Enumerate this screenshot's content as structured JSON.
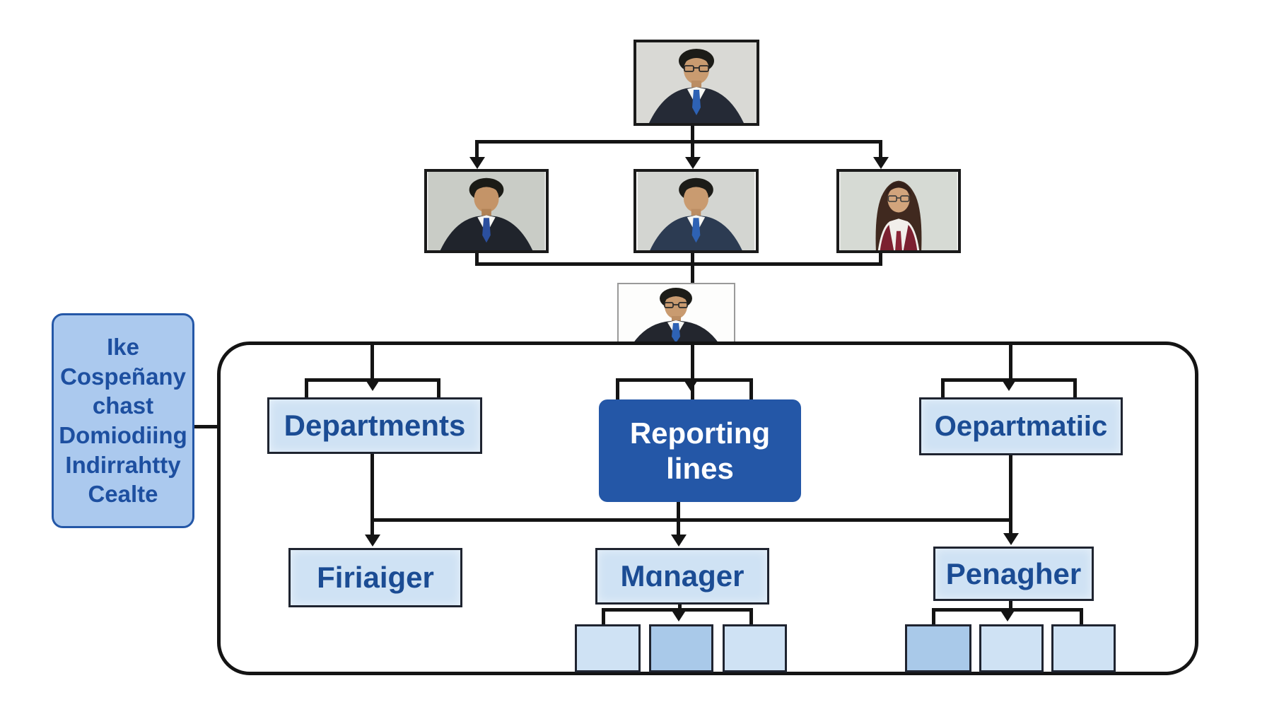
{
  "diagram": {
    "type": "organizational-chart",
    "side_note": {
      "lines": [
        "Ike",
        "Cospeñany",
        "chast",
        "Domiodiing",
        "Indirrahtty",
        "Cealte"
      ]
    },
    "level1": {
      "departments_label": "Departments",
      "reporting_line1": "Reporting",
      "reporting_line2": "lines",
      "departmatic_label": "Oepartmatiic"
    },
    "level2": {
      "manager1_label": "Firiaiger",
      "manager2_label": "Mɑnager",
      "manager3_label": "Penagher"
    },
    "photos": {
      "top": "portrait-man-dark-suit-blue-tie-glasses",
      "row2_left": "portrait-man-dark-suit-blue-tie",
      "row2_center": "portrait-man-blue-suit-blue-tie",
      "row2_right": "portrait-woman-long-hair-glasses-white-blouse",
      "row3_center": "portrait-man-glasses-dark-suit-white-bg"
    },
    "colors": {
      "line": "#141414",
      "box_fill": "#cfe2f4",
      "box_border": "#1f2430",
      "primary_blue": "#2457a7",
      "text_blue": "#1b4c94",
      "note_fill": "#abc9ee",
      "note_border": "#2457a7",
      "small_box_dark_fill": "#a9c9e9"
    }
  }
}
